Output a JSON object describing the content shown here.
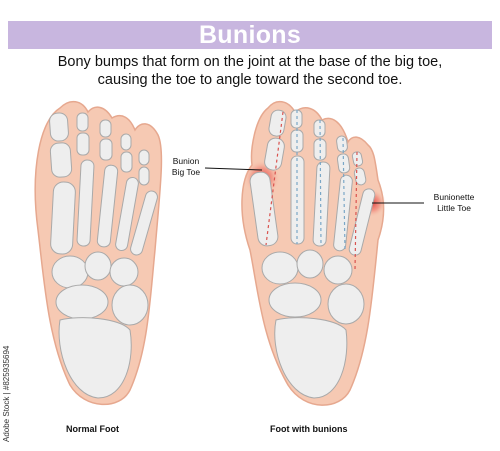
{
  "title": "Bunions",
  "subtitle_lines": [
    "Bony bumps that form on the joint at the base of the big toe,",
    "causing the toe to angle toward the second toe."
  ],
  "labels": {
    "bunion": [
      "Bunion",
      "Big Toe"
    ],
    "bunionette": [
      "Bunionette",
      "Little Toe"
    ]
  },
  "captions": {
    "normal": "Normal Foot",
    "bunions": "Foot with bunions"
  },
  "stock_id": "Adobe Stock | #825935694",
  "colors": {
    "title_band": "#c8b6df",
    "skin": "#f6c9b3",
    "bone": "#eeeeee",
    "inflammation": "#e23b3b"
  }
}
